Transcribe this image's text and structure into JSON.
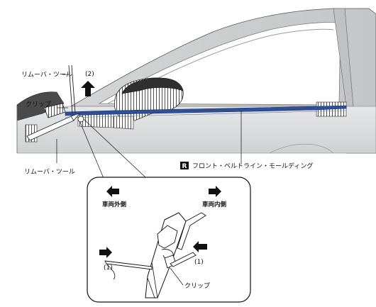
{
  "labels": {
    "removal_tool_top": "リムーバ・ツール",
    "removal_tool_bottom": "リムーバ・ツール",
    "clip_main": "クリップ",
    "clip_detail": "クリップ",
    "step2": "(2)",
    "step1_left": "(1)",
    "step1_right": "(1)",
    "part_badge": "R",
    "part_name": "フロント・ベルトライン・モールディング",
    "outer_side": "車両外側",
    "inner_side": "車両内側"
  },
  "colors": {
    "molding_blue": "#2e4f9a",
    "door_grey": "#d9dbdc",
    "dark_grey": "#6b6b6b",
    "mirror_dark": "#3a3a3a",
    "line": "#1a1a1a"
  }
}
